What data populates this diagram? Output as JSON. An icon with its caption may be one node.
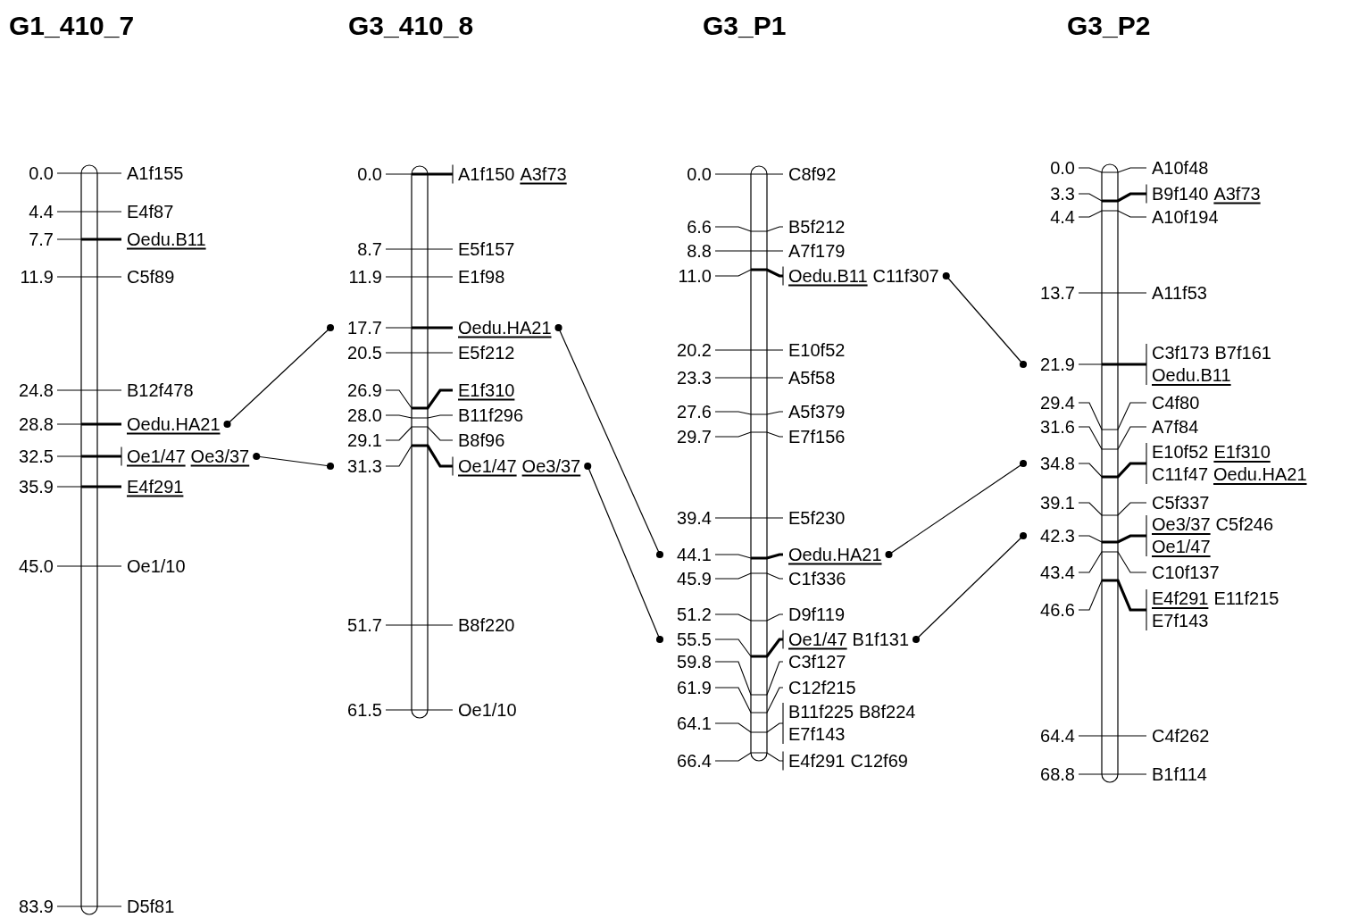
{
  "diagram": {
    "nodes": [
      {
        "text": [
          "G1_410_7"
        ]
      },
      {
        "text": [
          "0.0",
          "A1f155"
        ]
      },
      {
        "text": [
          "4.4",
          "E4f87"
        ]
      },
      {
        "text": [
          "7.7",
          "Oedu.B11"
        ]
      },
      {
        "text": [
          "11.9",
          "C5f89"
        ]
      },
      {
        "text": [
          "24.8",
          "B12f478"
        ]
      },
      {
        "text": [
          "28.8",
          "Oedu.HA21"
        ]
      },
      {
        "text": [
          "32.5",
          "Oe1/47",
          "Oe3/37"
        ]
      },
      {
        "text": [
          "35.9",
          "E4f291"
        ]
      },
      {
        "text": [
          "45.0",
          "Oe1/10"
        ]
      },
      {
        "text": [
          "83.9",
          "D5f81"
        ]
      },
      {
        "text": [
          "G3_410_8"
        ]
      },
      {
        "text": [
          "0.0",
          "A1f150",
          "A3f73"
        ]
      },
      {
        "text": [
          "8.7",
          "E5f157"
        ]
      },
      {
        "text": [
          "11.9",
          "E1f98"
        ]
      },
      {
        "text": [
          "17.7",
          "Oedu.HA21"
        ]
      },
      {
        "text": [
          "20.5",
          "E5f212"
        ]
      },
      {
        "text": [
          "26.9",
          "E1f310"
        ]
      },
      {
        "text": [
          "28.0",
          "B11f296"
        ]
      },
      {
        "text": [
          "29.1",
          "B8f96"
        ]
      },
      {
        "text": [
          "31.3",
          "Oe1/47",
          "Oe3/37"
        ]
      },
      {
        "text": [
          "51.7",
          "B8f220"
        ]
      },
      {
        "text": [
          "61.5",
          "Oe1/10"
        ]
      },
      {
        "text": [
          "G3_P1"
        ]
      },
      {
        "text": [
          "0.0",
          "C8f92"
        ]
      },
      {
        "text": [
          "6.6",
          "B5f212"
        ]
      },
      {
        "text": [
          "8.8",
          "A7f179"
        ]
      },
      {
        "text": [
          "11.0",
          "Oedu.B11",
          "C11f307"
        ]
      },
      {
        "text": [
          "20.2",
          "E10f52"
        ]
      },
      {
        "text": [
          "23.3",
          "A5f58"
        ]
      },
      {
        "text": [
          "27.6",
          "A5f379"
        ]
      },
      {
        "text": [
          "29.7",
          "E7f156"
        ]
      },
      {
        "text": [
          "39.4",
          "E5f230"
        ]
      },
      {
        "text": [
          "44.1",
          "Oedu.HA21"
        ]
      },
      {
        "text": [
          "45.9",
          "C1f336"
        ]
      },
      {
        "text": [
          "51.2",
          "D9f119"
        ]
      },
      {
        "text": [
          "55.5",
          "Oe1/47",
          "B1f131"
        ]
      },
      {
        "text": [
          "59.8",
          "C3f127"
        ]
      },
      {
        "text": [
          "61.9",
          "C12f215"
        ]
      },
      {
        "text": [
          "64.1",
          "B11f225",
          "B8f224",
          "E7f143"
        ]
      },
      {
        "text": [
          "66.4",
          "E4f291",
          "C12f69"
        ]
      },
      {
        "text": [
          "G3_P2"
        ]
      },
      {
        "text": [
          "0.0",
          "A10f48"
        ]
      },
      {
        "text": [
          "3.3",
          "B9f140",
          "A3f73"
        ]
      },
      {
        "text": [
          "4.4",
          "A10f194"
        ]
      },
      {
        "text": [
          "13.7",
          "A11f53"
        ]
      },
      {
        "text": [
          "21.9",
          "C3f173",
          "B7f161",
          "Oedu.B11"
        ]
      },
      {
        "text": [
          "29.4",
          "C4f80"
        ]
      },
      {
        "text": [
          "31.6",
          "A7f84"
        ]
      },
      {
        "text": [
          "34.8",
          "E10f52",
          "E1f310",
          "C11f47",
          "Oedu.HA21"
        ]
      },
      {
        "text": [
          "39.1",
          "C5f337"
        ]
      },
      {
        "text": [
          "42.3",
          "Oe3/37",
          "C5f246",
          "Oe1/47"
        ]
      },
      {
        "text": [
          "43.4",
          "C10f137"
        ]
      },
      {
        "text": [
          "46.6",
          "E4f291",
          "E11f215",
          "E7f143"
        ]
      },
      {
        "text": [
          "64.4",
          "C4f262"
        ]
      },
      {
        "text": [
          "68.8",
          "B1f114"
        ]
      }
    ],
    "edges": [
      {
        "from": 6,
        "to": 15,
        "arrow": "other"
      },
      {
        "from": 7,
        "to": 20,
        "arrow": "other"
      },
      {
        "from": 15,
        "to": 33,
        "arrow": "other"
      },
      {
        "from": 20,
        "to": 36,
        "arrow": "other"
      },
      {
        "from": 27,
        "to": 46,
        "arrow": "other"
      },
      {
        "from": 33,
        "to": 49,
        "arrow": "other"
      },
      {
        "from": 36,
        "to": 51,
        "arrow": "other"
      }
    ]
  }
}
